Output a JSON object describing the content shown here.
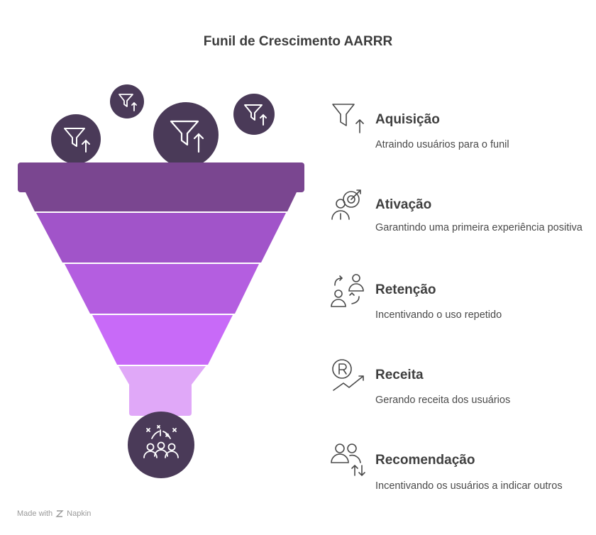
{
  "title": "Funil de Crescimento AARRR",
  "stages": [
    {
      "label": "Aquisição",
      "description": "Atraindo usuários para o funil",
      "icon": "funnel-arrow-icon",
      "color": "#7a4690"
    },
    {
      "label": "Ativação",
      "description": "Garantindo uma primeira experiência positiva",
      "icon": "user-target-icon",
      "color": "#a154c9"
    },
    {
      "label": "Retenção",
      "description": "Incentivando o uso repetido",
      "icon": "user-cycle-icon",
      "color": "#b45ee0"
    },
    {
      "label": "Receita",
      "description": "Gerando receita dos usuários",
      "icon": "revenue-growth-icon",
      "color": "#c86af8"
    },
    {
      "label": "Recomendação",
      "description": "Incentivando os usuários a indicar outros",
      "icon": "users-referral-icon",
      "color": "#e0a8f8"
    }
  ],
  "colors": {
    "circle": "#4a3a58",
    "title": "#3d3d3d",
    "text": "#4a4a4a"
  },
  "footer": {
    "made_with": "Made with",
    "brand": "Napkin"
  }
}
